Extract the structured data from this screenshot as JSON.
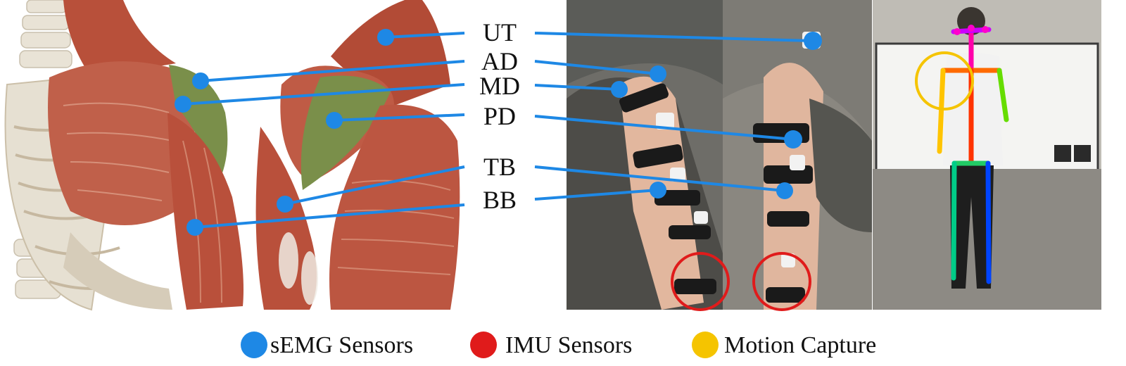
{
  "colors": {
    "semg": "#1e88e5",
    "imu": "#e01b1b",
    "mocap": "#f5c400",
    "muscle": "#b8503a",
    "muscle_light": "#d98a72",
    "highlight_muscle": "#7a8f4a",
    "bone": "#e6e0d2",
    "photo_bg": "#6b6b66"
  },
  "muscle_labels": [
    {
      "abbr": "UT"
    },
    {
      "abbr": "AD"
    },
    {
      "abbr": "MD"
    },
    {
      "abbr": "PD"
    },
    {
      "abbr": "TB"
    },
    {
      "abbr": "BB"
    }
  ],
  "legend": {
    "semg_label": "sEMG Sensors",
    "imu_label": "IMU Sensors",
    "mocap_label": "Motion Capture"
  },
  "icons": [
    "semg-dot-icon",
    "imu-circle-icon",
    "mocap-circle-icon"
  ]
}
